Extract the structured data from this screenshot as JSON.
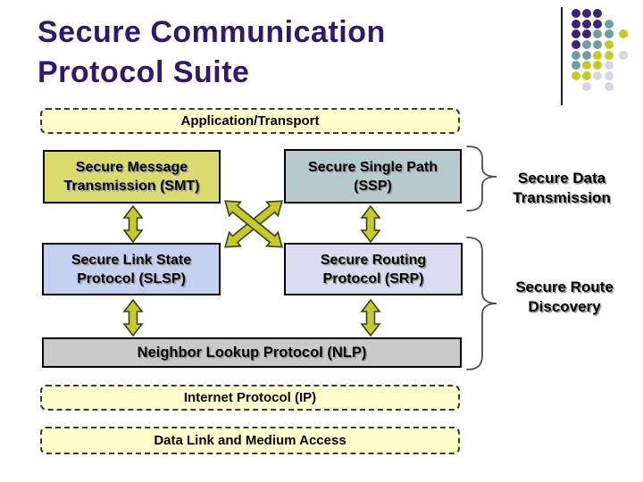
{
  "slide": {
    "title": {
      "line1": "Secure Communication",
      "line2": "Protocol Suite"
    }
  },
  "diagram": {
    "top_layer": {
      "label": "Application/Transport"
    },
    "boxes": {
      "smt": {
        "line1": "Secure Message",
        "line2": "Transmission (SMT)"
      },
      "ssp": {
        "line1": "Secure Single Path",
        "line2": "(SSP)"
      },
      "slsp": {
        "line1": "Secure Link State",
        "line2": "Protocol (SLSP)"
      },
      "srp": {
        "line1": "Secure Routing",
        "line2": "Protocol (SRP)"
      },
      "nlp": {
        "label": "Neighbor Lookup Protocol (NLP)"
      }
    },
    "bottom_layers": {
      "ip": {
        "label": "Internet Protocol (IP)"
      },
      "datalink": {
        "label": "Data Link and Medium Access"
      }
    },
    "annotations": {
      "secure_data": {
        "line1": "Secure Data",
        "line2": "Transmission"
      },
      "secure_route": {
        "line1": "Secure Route",
        "line2": "Discovery"
      }
    }
  },
  "palette": {
    "title_color": "#31186B",
    "layer_fill": "#FFFFCC",
    "smt_fill": "#D9DB6F",
    "ssp_fill": "#B6CBCB",
    "slsp_fill": "#C5D1F1",
    "srp_fill": "#DADAF1",
    "nlp_fill": "#C9C9C9",
    "arrow_fill": "#C6CA28",
    "dot_purple": "#3B2377",
    "dot_teal": "#6FA0A0",
    "dot_yellow": "#C6CA28",
    "dot_gray": "#D6D6E6"
  }
}
